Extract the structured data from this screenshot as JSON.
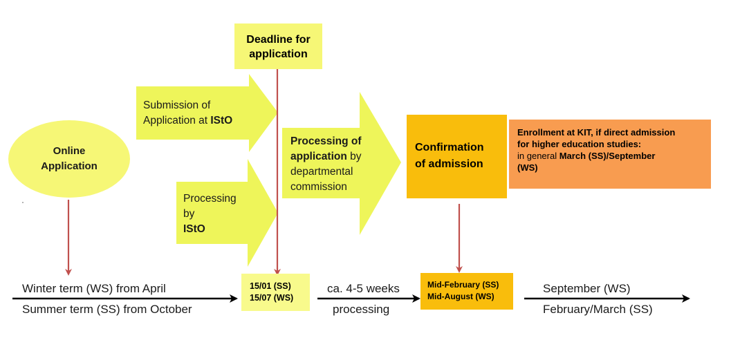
{
  "online_application": {
    "line1": "Online",
    "line2": "Application"
  },
  "deadline": {
    "line1": "Deadline for",
    "line2": "application"
  },
  "submission": {
    "line1": "Submission of",
    "line2_prefix": "Application at ",
    "line2_bold": "IStO"
  },
  "processing_isto": {
    "line1": "Processing",
    "line2": "by",
    "line3": "IStO"
  },
  "processing_application": {
    "line1": "Processing of",
    "line2_bold": "application",
    "line2_suffix": " by",
    "line3": "departmental",
    "line4": "commission"
  },
  "confirmation": {
    "line1": "Confirmation",
    "line2": "of admission"
  },
  "enrollment": {
    "line1": "Enrollment at KIT, if direct admission",
    "line2": "for higher education studies:",
    "line3_prefix": "in general  ",
    "line3_bold": "March (SS)/September",
    "line4": "(WS)"
  },
  "timeline": {
    "start_top": "Winter term (WS) from April",
    "start_bottom": "Summer term (SS) from October",
    "deadline_date1": "15/01 (SS)",
    "deadline_date2": "15/07 (WS)",
    "duration_top": "ca. 4-5 weeks",
    "duration_bottom": "processing",
    "confirm_date1": "Mid-February (SS)",
    "confirm_date2": "Mid-August (WS)",
    "end_top": "September (WS)",
    "end_bottom": "February/March  (SS)"
  },
  "colors": {
    "light_yellow": "#f6f776",
    "pale_yellow": "#f8fa8c",
    "arrow_yellow": "#eef55a",
    "orange": "#f9bd0c",
    "salmon": "#f89c50",
    "red_line": "#c0504d"
  }
}
